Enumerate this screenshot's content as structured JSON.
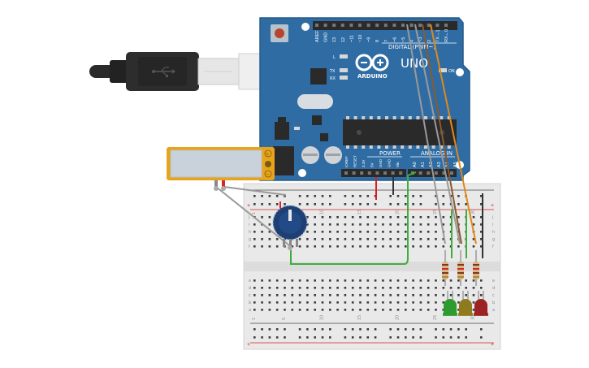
{
  "arduino": {
    "brand": "ARDUINO",
    "model": "UNO",
    "digital_label": "DIGITAL (PWM~)",
    "power_label": "POWER",
    "analog_label": "ANALOG IN",
    "on_label": "ON",
    "led_l": "L",
    "led_tx": "TX",
    "led_rx": "RX",
    "digital_pins": [
      "AREF",
      "GND",
      "13",
      "12",
      "~11",
      "~10",
      "~9",
      "8",
      "7",
      "~6",
      "~5",
      "4",
      "~3",
      "2",
      "TX→1",
      "RX←0"
    ],
    "power_pins": [
      "IOREF",
      "RESET",
      "3.3V",
      "5V",
      "GND",
      "GND",
      "Vin"
    ],
    "analog_pins": [
      "A0",
      "A1",
      "A2",
      "A3",
      "A4",
      "A5"
    ],
    "colors": {
      "board": "#2f6ca3",
      "header": "#2a2a2a"
    }
  },
  "usb_cable": {
    "icon": "usb-icon"
  },
  "piezo": {
    "label_plus": "+",
    "label_minus": "−",
    "colors": {
      "frame": "#e7a41b",
      "body": "#c9d2da"
    }
  },
  "potentiometer": {
    "icon": "potentiometer-knob-icon",
    "colors": {
      "knob": "#1d3f73"
    }
  },
  "breadboard": {
    "rows": [
      "a",
      "b",
      "c",
      "d",
      "e",
      "f",
      "g",
      "h",
      "i",
      "j"
    ],
    "plus": "+",
    "minus": "−",
    "columns": [
      "1",
      "5",
      "10",
      "15",
      "20",
      "25",
      "30"
    ]
  },
  "leds": [
    {
      "color": "#2e9b2e",
      "name": "green"
    },
    {
      "color": "#8f7a1e",
      "name": "yellow"
    },
    {
      "color": "#9b2323",
      "name": "red"
    }
  ],
  "wires": {
    "colors": {
      "gray": "#9a9a9a",
      "brown": "#8b5a2b",
      "orange": "#e0881c",
      "green": "#3fae3f",
      "red": "#d42020",
      "black": "#333333"
    }
  }
}
